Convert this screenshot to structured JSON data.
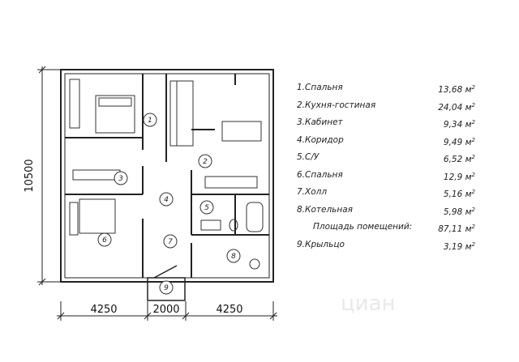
{
  "dimensions": {
    "height": "10500",
    "widths": [
      "4250",
      "2000",
      "4250"
    ]
  },
  "room_numbers": [
    "1",
    "2",
    "3",
    "4",
    "5",
    "6",
    "7",
    "8",
    "9"
  ],
  "rooms": [
    {
      "name": "1.Спальня",
      "area": "13,68 м",
      "unit_sup": "2"
    },
    {
      "name": "2.Кухня-гостиная",
      "area": "24,04 м",
      "unit_sup": "2"
    },
    {
      "name": "3.Кабинет",
      "area": "9,34 м",
      "unit_sup": "2"
    },
    {
      "name": "4.Коридор",
      "area": "9,49 м",
      "unit_sup": "2"
    },
    {
      "name": "5.С/У",
      "area": "6,52 м",
      "unit_sup": "2"
    },
    {
      "name": "6.Спальня",
      "area": "12,9 м",
      "unit_sup": "2"
    },
    {
      "name": "7.Холл",
      "area": "5,16 м",
      "unit_sup": "2"
    },
    {
      "name": "8.Котельная",
      "area": "5,98 м",
      "unit_sup": "2"
    }
  ],
  "total": {
    "name": "Площадь помещений:",
    "area": "87,11 м",
    "unit_sup": "2"
  },
  "porch": {
    "name": "9.Крыльцо",
    "area": "3,19 м",
    "unit_sup": "2"
  },
  "watermark": "циан"
}
